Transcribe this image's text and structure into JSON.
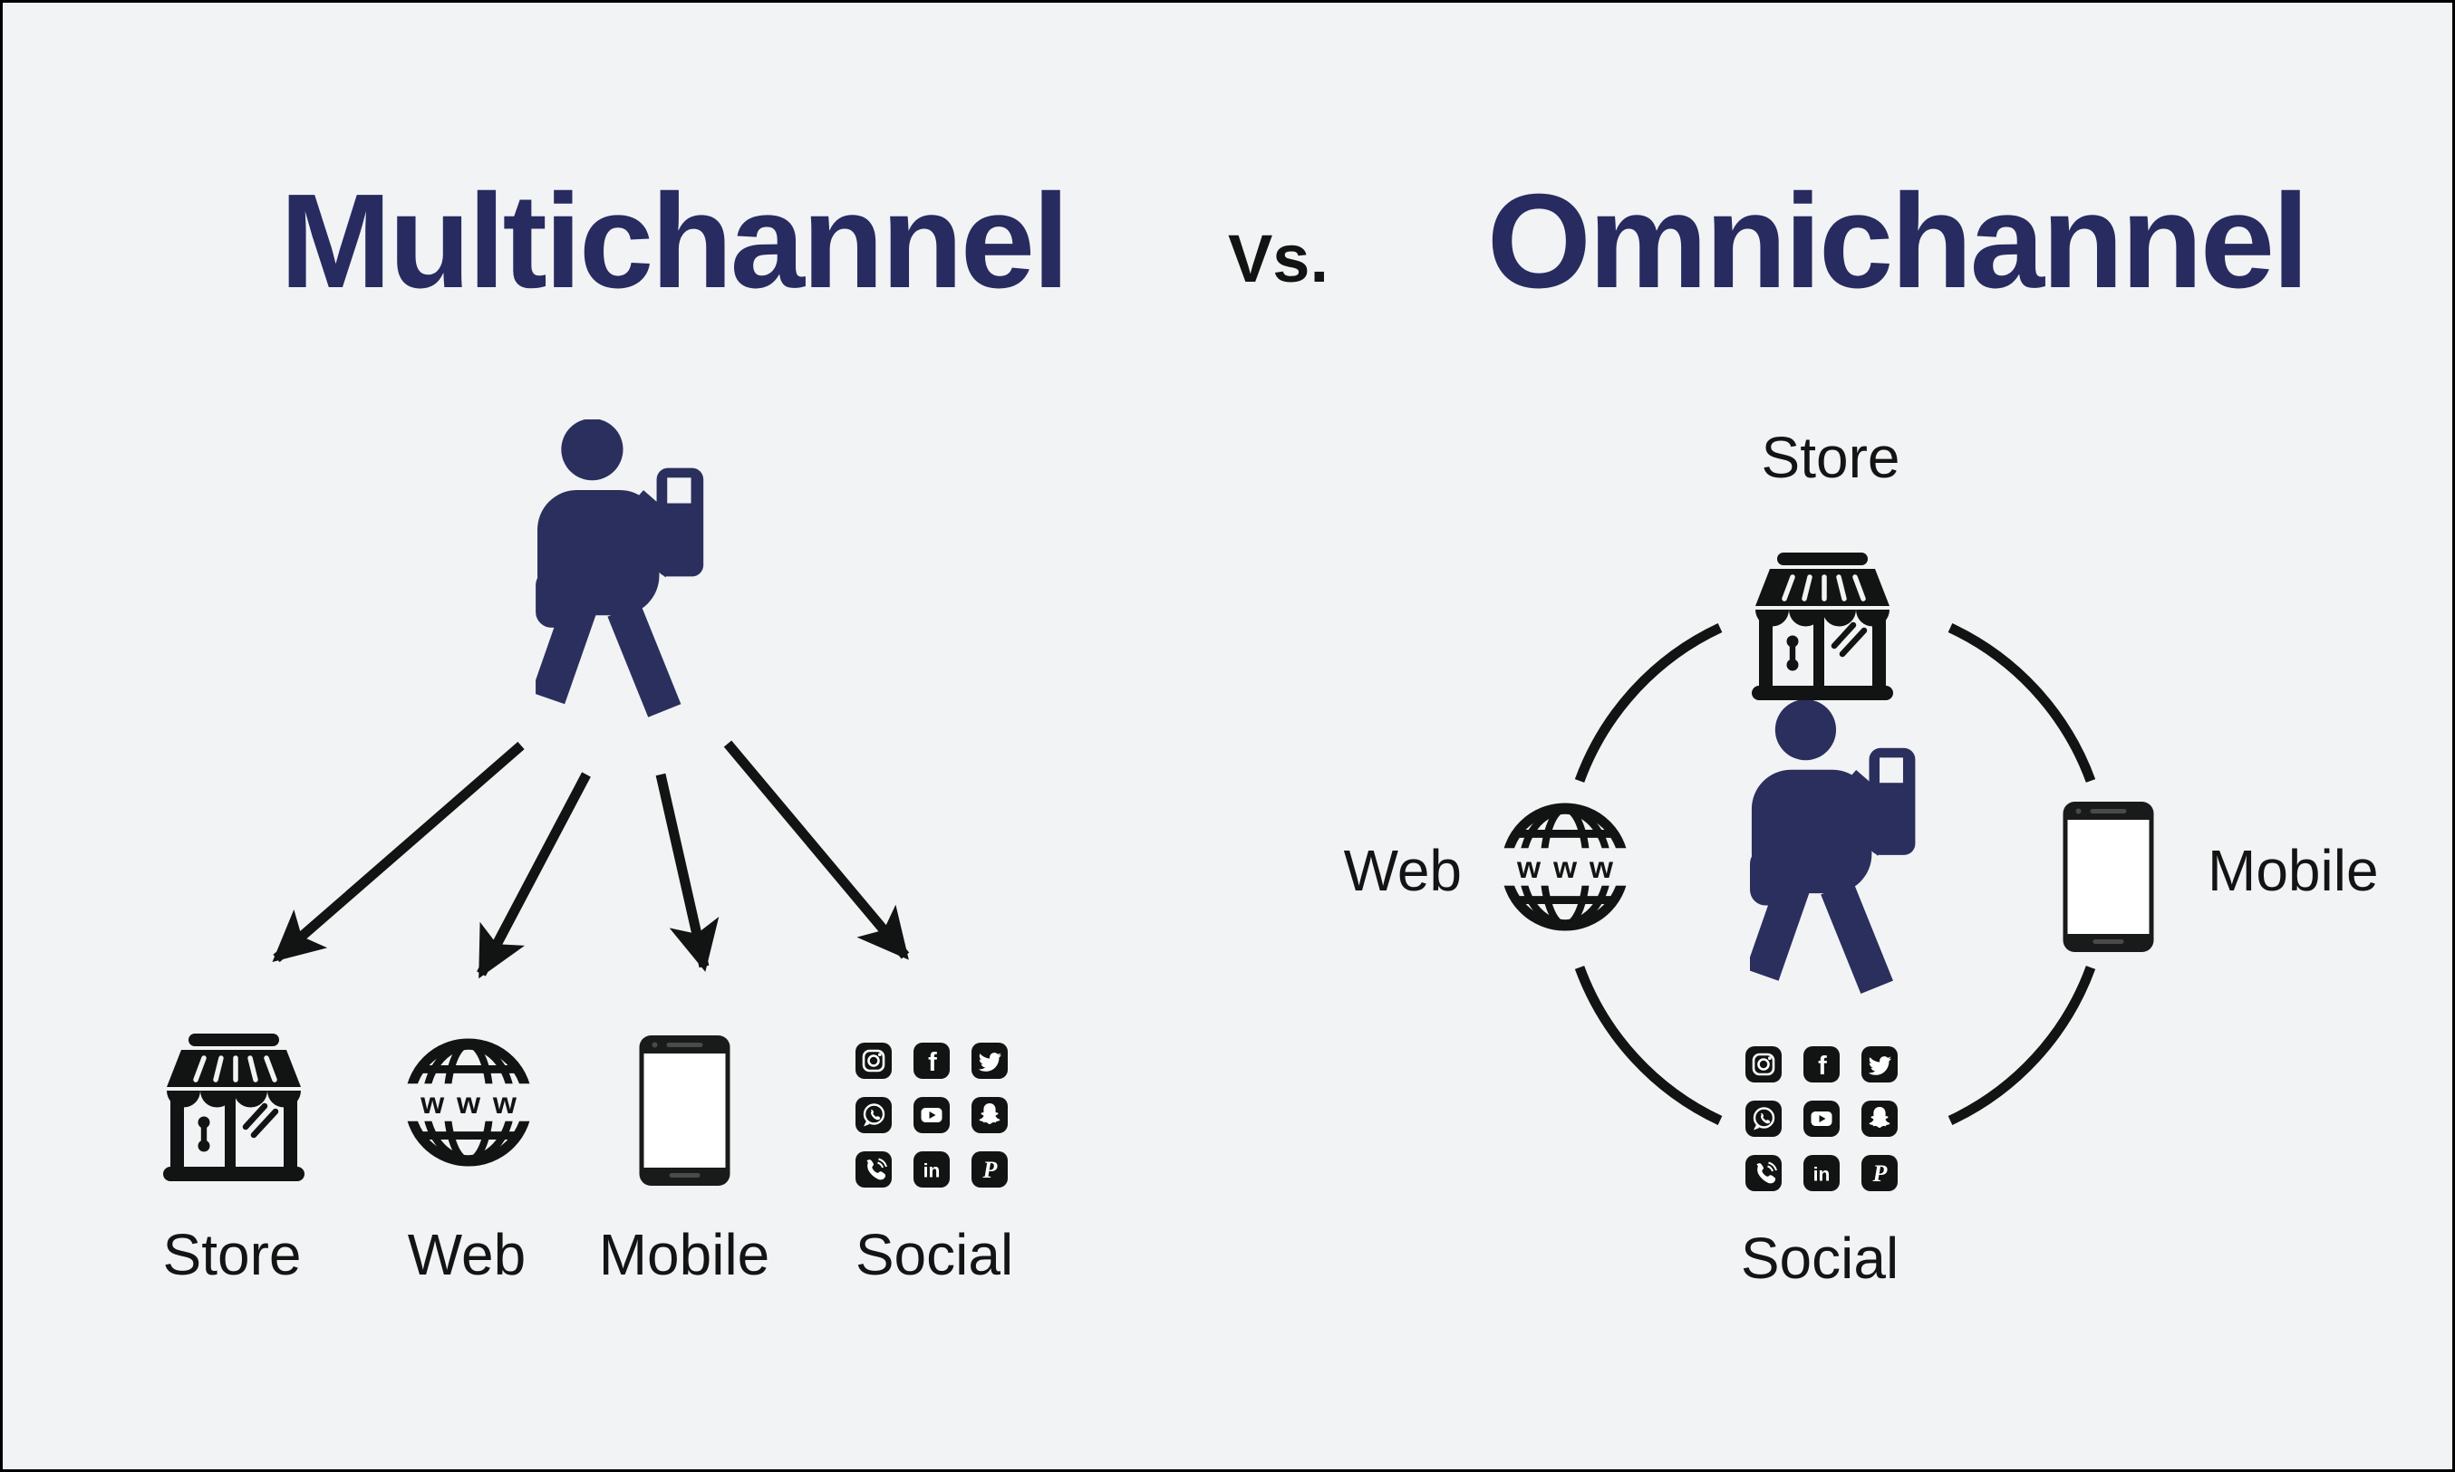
{
  "header": {
    "left_title": "Multichannel",
    "separator": "Vs.",
    "right_title": "Omnichannel"
  },
  "channel_labels": {
    "store": "Store",
    "web": "Web",
    "mobile": "Mobile",
    "social": "Social"
  },
  "web_globe_text": "www",
  "glyph_letters": {
    "facebook": "f",
    "linkedin": "in",
    "pinterest": "P"
  },
  "social_icons": [
    "instagram",
    "facebook",
    "twitter",
    "whatsapp",
    "youtube",
    "snapchat",
    "viber-phone",
    "linkedin",
    "pinterest"
  ],
  "diagram": {
    "multichannel_channels": [
      "Store",
      "Web",
      "Mobile",
      "Social"
    ],
    "omnichannel_channels": [
      "Store",
      "Web",
      "Mobile",
      "Social"
    ],
    "omnichannel_layout": "circle",
    "multichannel_layout": "fan-arrows"
  },
  "colors": {
    "background": "#f2f3f4",
    "title_navy": "#272b60",
    "person_navy": "#2b2f5e",
    "icon_black": "#121413",
    "border": "#000000"
  }
}
